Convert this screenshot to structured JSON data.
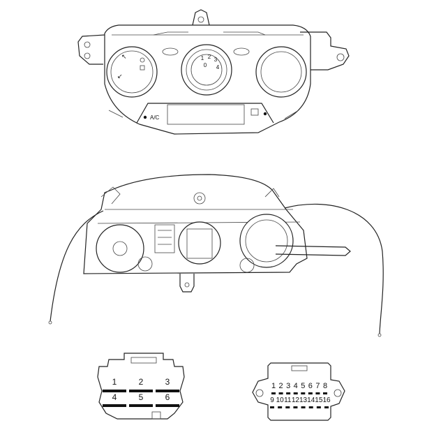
{
  "panel": {
    "ac_label": "A/C",
    "fan_speed_labels": [
      "0",
      "1",
      "2",
      "3",
      "4"
    ]
  },
  "connector_6pin": {
    "pins": [
      "1",
      "2",
      "3",
      "4",
      "5",
      "6"
    ]
  },
  "connector_16pin": {
    "row1": [
      "1",
      "2",
      "3",
      "4",
      "5",
      "6",
      "7",
      "8"
    ],
    "row2": [
      "9",
      "10",
      "11",
      "12",
      "13",
      "14",
      "15",
      "16"
    ]
  }
}
